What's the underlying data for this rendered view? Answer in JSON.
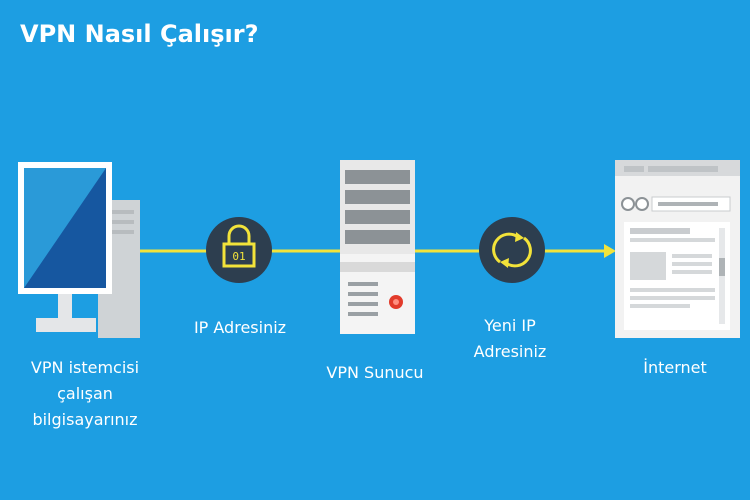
{
  "title": "VPN Nasıl Çalışır?",
  "labels": {
    "client": "VPN istemcisi\nçalışan\nbilgisayarınız",
    "ip": "IP Adresiniz",
    "server": "VPN Sunucu",
    "new_ip": "Yeni IP\nAdresiniz",
    "internet": "İnternet"
  },
  "lock_text": "01",
  "colors": {
    "background": "#1d9ee2",
    "line": "#f2e33a",
    "circle": "#2d3e4f",
    "icon_gray": "#e8e8e8"
  }
}
